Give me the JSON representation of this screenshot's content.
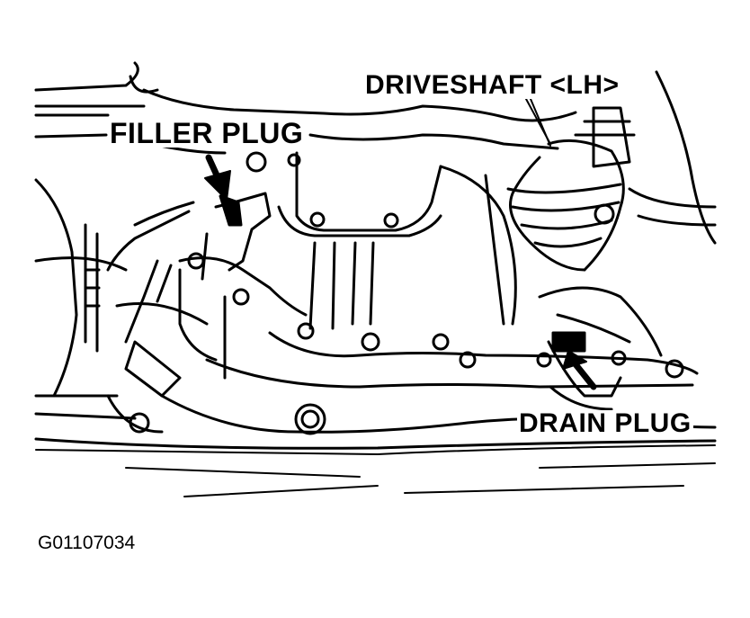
{
  "labels": {
    "filler_plug": "FILLER PLUG",
    "driveshaft": "DRIVESHAFT <LH>",
    "drain_plug": "DRAIN PLUG",
    "figure_code": "G01107034"
  },
  "colors": {
    "ink": "#000000",
    "paper": "#ffffff"
  }
}
